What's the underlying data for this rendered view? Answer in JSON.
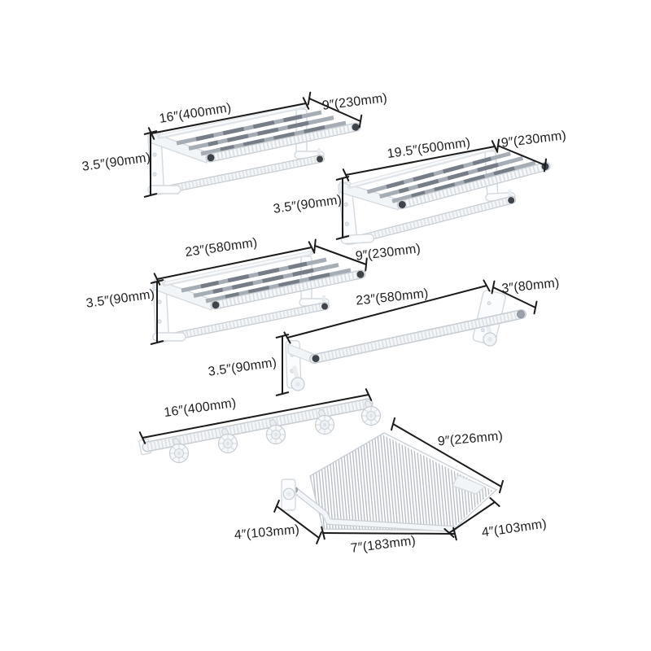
{
  "diagram": {
    "type": "product-dimension-diagram",
    "background": "#ffffff",
    "line_color": "#1b1b1b",
    "text_color": "#1f1f1f",
    "products": [
      {
        "name": "double towel shelf 16 inch",
        "labels": {
          "width": "16″(400mm)",
          "depth": "9″(230mm)",
          "height": "3.5″(90mm)"
        }
      },
      {
        "name": "double towel shelf 19.5 inch",
        "labels": {
          "width": "19.5″(500mm)",
          "depth": "9″(230mm)",
          "height": "3.5″(90mm)"
        }
      },
      {
        "name": "double towel shelf 23 inch",
        "labels": {
          "width": "23″(580mm)",
          "depth": "9″(230mm)",
          "height": "3.5″(90mm)"
        }
      },
      {
        "name": "towel bar 23 inch",
        "labels": {
          "width": "23″(580mm)",
          "depth": "3″(80mm)",
          "height": "3.5″(90mm)"
        }
      },
      {
        "name": "robe hook rail 16 inch",
        "labels": {
          "width": "16″(400mm)"
        }
      },
      {
        "name": "corner shelf",
        "labels": {
          "side": "9″(226mm)",
          "left": "4″(103mm)",
          "front": "7″(183mm)",
          "right": "4″(103mm)"
        }
      }
    ]
  }
}
